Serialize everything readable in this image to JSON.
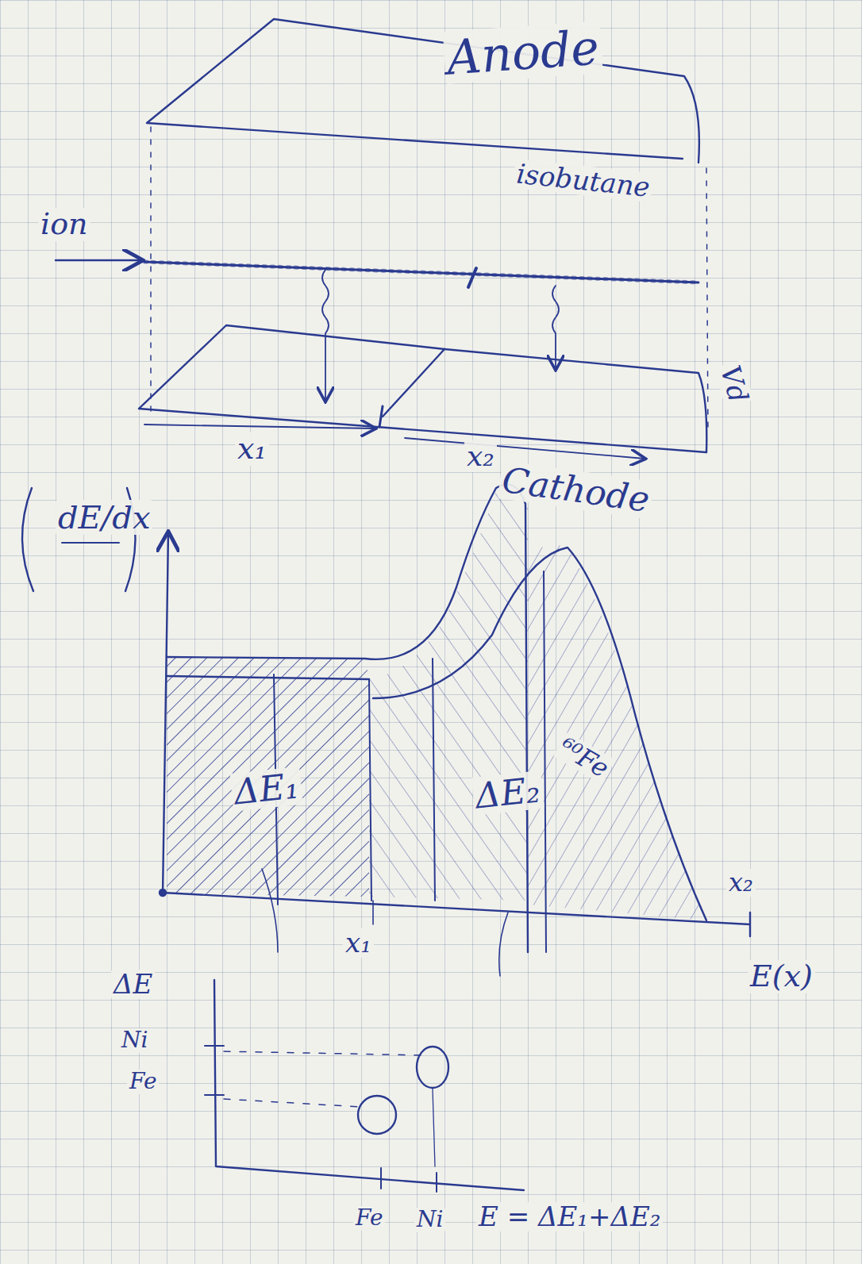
{
  "diagram": {
    "labels": [
      "Anode",
      "isobutane",
      "ion",
      "Vd",
      "x₁",
      "x₂",
      "Cathode",
      "dE/dx",
      "ΔE₁",
      "ΔE₂",
      "⁶⁰Fe",
      "x₁",
      "x₂",
      "E(x)",
      "ΔE",
      "Ni",
      "Fe",
      "Fe",
      "Ni",
      "E = ΔE₁+ΔE₂"
    ]
  }
}
